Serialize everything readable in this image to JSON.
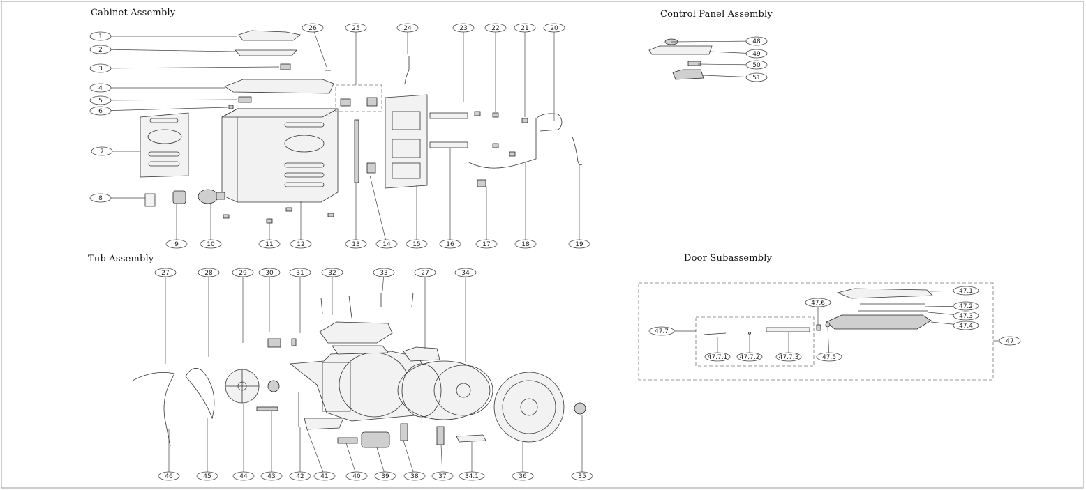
{
  "sections": {
    "cabinet": "Cabinet Assembly",
    "control_panel": "Control Panel Assembly",
    "tub": "Tub Assembly",
    "door": "Door Subassembly"
  },
  "callouts": [
    "1",
    "2",
    "3",
    "4",
    "5",
    "6",
    "7",
    "8",
    "9",
    "10",
    "11",
    "12",
    "13",
    "14",
    "15",
    "16",
    "17",
    "18",
    "19",
    "20",
    "21",
    "22",
    "23",
    "24",
    "25",
    "26",
    "27",
    "28",
    "29",
    "30",
    "31",
    "32",
    "33",
    "27",
    "34",
    "46",
    "45",
    "44",
    "43",
    "42",
    "41",
    "40",
    "39",
    "38",
    "37",
    "34.1",
    "36",
    "35",
    "48",
    "49",
    "50",
    "51",
    "47.1",
    "47.2",
    "47.3",
    "47.4",
    "47.6",
    "47.7",
    "47",
    "47.7.1",
    "47.7.2",
    "47.7.3",
    "47.5"
  ]
}
